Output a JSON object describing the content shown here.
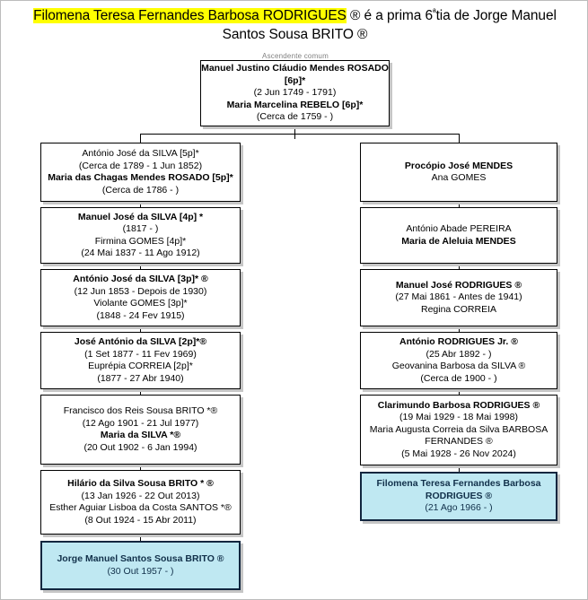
{
  "title": {
    "highlighted": "Filomena Teresa Fernandes Barbosa RODRIGUES",
    "after_highlight": " ® é a prima 6",
    "ordinal": "ª",
    "tail": "tia de Jorge Manuel Santos Sousa BRITO ®"
  },
  "caption": "Ascendente comum",
  "colors": {
    "highlight_yellow": "#ffff00",
    "focus_fill": "#bfe8f2",
    "focus_border": "#12263f",
    "box_border": "#000000",
    "shadow": "#c6c6c6",
    "page_border": "#bcbcbc"
  },
  "ancestor": {
    "line1": "Manuel Justino Cláudio Mendes ROSADO",
    "line2": "[6p]*",
    "line3": "(2 Jun 1749 - 1791)",
    "line4": "Maria Marcelina REBELO [6p]*",
    "line5": "(Cerca de 1759 -            )"
  },
  "left_column": [
    {
      "name_a": "António José da SILVA [5p]*",
      "date_a": "(Cerca de 1789 - 1 Jun 1852)",
      "name_b": "Maria das Chagas Mendes ROSADO [5p]*",
      "date_b": "(Cerca de 1786 -            )",
      "bold_a": false,
      "bold_b": true
    },
    {
      "name_a": "Manuel José da SILVA [4p] *",
      "date_a": "(1817 -            )",
      "name_b": "Firmina GOMES [4p]*",
      "date_b": "(24 Mai 1837 - 11 Ago 1912)",
      "bold_a": true,
      "bold_b": false
    },
    {
      "name_a": "António José da SILVA [3p]* ®",
      "date_a": "(12 Jun 1853 - Depois de 1930)",
      "name_b": "Violante GOMES [3p]*",
      "date_b": "(1848 - 24 Fev 1915)",
      "bold_a": true,
      "bold_b": false
    },
    {
      "name_a": "José António da SILVA [2p]*®",
      "date_a": "(1 Set 1877 - 11 Fev 1969)",
      "name_b": "Euprépia CORREIA [2p]*",
      "date_b": "(1877 - 27 Abr 1940)",
      "bold_a": true,
      "bold_b": false
    },
    {
      "name_a": "Francisco dos Reis Sousa BRITO *®",
      "date_a": "(12 Ago 1901 - 21 Jul 1977)",
      "name_b": "Maria da SILVA *®",
      "date_b": "(20 Out 1902 - 6 Jan 1994)",
      "bold_a": false,
      "bold_b": true
    },
    {
      "name_a": "Hilário da Silva Sousa BRITO * ®",
      "date_a": "(13 Jan 1926 - 22 Out 2013)",
      "name_b": "Esther Aguiar Lisboa da Costa SANTOS *®",
      "date_b": "(8 Out 1924 - 15 Abr 2011)",
      "bold_a": true,
      "bold_b": false
    }
  ],
  "left_focus": {
    "name_a": "Jorge Manuel Santos Sousa BRITO ®",
    "date_a": "(30 Out 1957 -            )"
  },
  "right_column": [
    {
      "name_a": "Procópio José MENDES",
      "date_a": "",
      "name_b": "Ana GOMES",
      "date_b": "",
      "bold_a": true,
      "bold_b": false
    },
    {
      "name_a": "António Abade PEREIRA",
      "date_a": "",
      "name_b": "Maria de Aleluia MENDES",
      "date_b": "",
      "bold_a": false,
      "bold_b": true
    },
    {
      "name_a": "Manuel José RODRIGUES ®",
      "date_a": "(27 Mai 1861 - Antes de 1941)",
      "name_b": "Regina CORREIA",
      "date_b": "",
      "bold_a": true,
      "bold_b": false
    },
    {
      "name_a": "António RODRIGUES Jr. ®",
      "date_a": "(25 Abr 1892 -            )",
      "name_b": "Geovanina Barbosa da SILVA ®",
      "date_b": "(Cerca de 1900 -            )",
      "bold_a": true,
      "bold_b": false
    },
    {
      "name_a": "Clarimundo Barbosa RODRIGUES ®",
      "date_a": "(19 Mai 1929 - 18 Mai 1998)",
      "name_b": "Maria Augusta Correia da Silva BARBOSA FERNANDES ®",
      "date_b": "(5 Mai 1928 - 26 Nov 2024)",
      "bold_a": true,
      "bold_b": false
    }
  ],
  "right_focus": {
    "name_a": "Filomena Teresa Fernandes Barbosa RODRIGUES ®",
    "date_a": "(21 Ago 1966 -            )"
  }
}
